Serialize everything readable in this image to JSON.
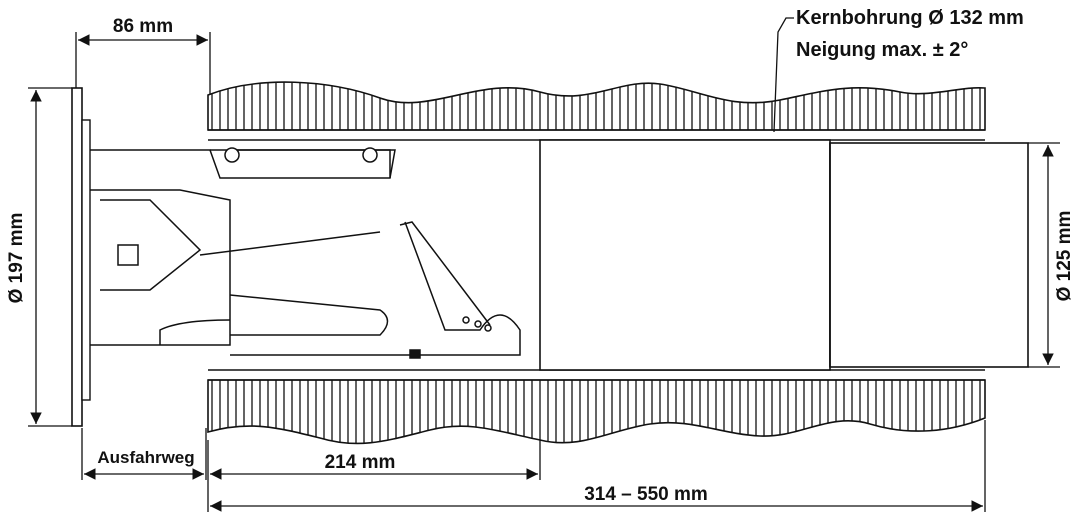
{
  "labels": {
    "width_86": "86 mm",
    "core_bore": "Kernbohrung Ø 132 mm",
    "inclination": "Neigung max. ± 2°",
    "dia_197": "Ø 197 mm",
    "dia_125": "Ø 125 mm",
    "extension_travel": "Ausfahrweg",
    "len_214": "214 mm",
    "len_range": "314 – 550 mm"
  },
  "colors": {
    "line": "#111111",
    "background": "#ffffff"
  }
}
